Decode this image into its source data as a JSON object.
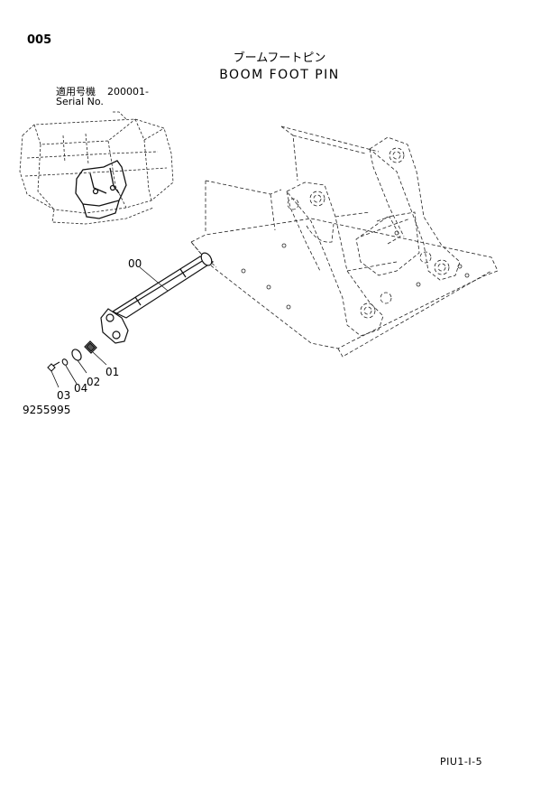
{
  "header": {
    "page_no": "005",
    "title_jp": "ブームフートピン",
    "title_en": "BOOM FOOT PIN",
    "serial_label_jp": "適用号機",
    "serial_value": "200001-",
    "serial_label_en": "Serial No."
  },
  "callouts": {
    "c00": "00",
    "c01": "01",
    "c02": "02",
    "c03": "03",
    "c04": "04"
  },
  "drawing_no": "9255995",
  "footer_code": "PIU1-I-5"
}
